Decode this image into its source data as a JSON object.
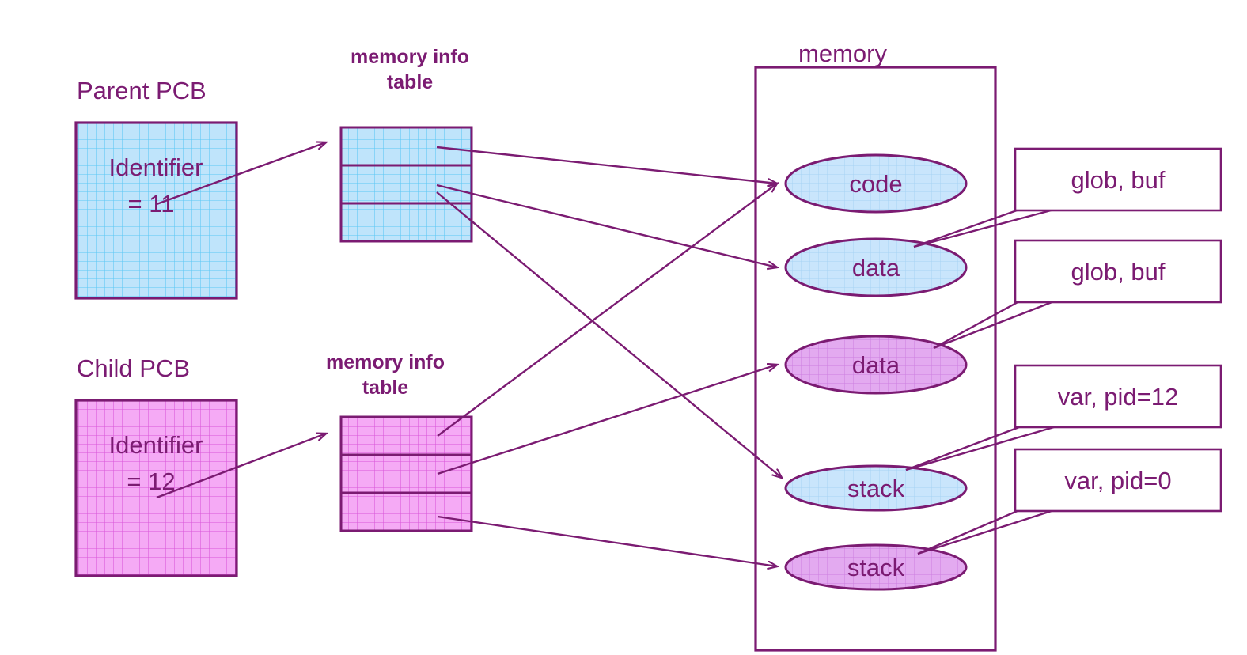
{
  "diagram": {
    "title_label": "memory",
    "colors": {
      "stroke": "#7b1b72",
      "blue_fill": "#bfe4fb",
      "blue_grid": "#5bc8f5",
      "pink_fill": "#f2a8f2",
      "pink_grid": "#d24fd2",
      "pink_ellipse_fill": "#e0a8ee",
      "blue_ellipse_fill": "#c5e2fb",
      "text": "#7b1b72"
    },
    "parent": {
      "caption": "Parent PCB",
      "pcb_line1": "Identifier",
      "pcb_line2": "= 11",
      "table_caption_line1": "memory info",
      "table_caption_line2": "table",
      "table_rows": 3
    },
    "child": {
      "caption": "Child PCB",
      "pcb_line1": "Identifier",
      "pcb_line2": "= 12",
      "table_caption_line1": "memory info",
      "table_caption_line2": "table",
      "table_rows": 3
    },
    "memory": {
      "label": "memory",
      "segments": [
        {
          "name": "code",
          "owner": "parent"
        },
        {
          "name": "data",
          "owner": "parent"
        },
        {
          "name": "data",
          "owner": "child"
        },
        {
          "name": "stack",
          "owner": "parent"
        },
        {
          "name": "stack",
          "owner": "child"
        }
      ]
    },
    "callouts": [
      {
        "text": "glob, buf"
      },
      {
        "text": "glob, buf"
      },
      {
        "text": "var, pid=12"
      },
      {
        "text": "var, pid=0"
      }
    ]
  }
}
